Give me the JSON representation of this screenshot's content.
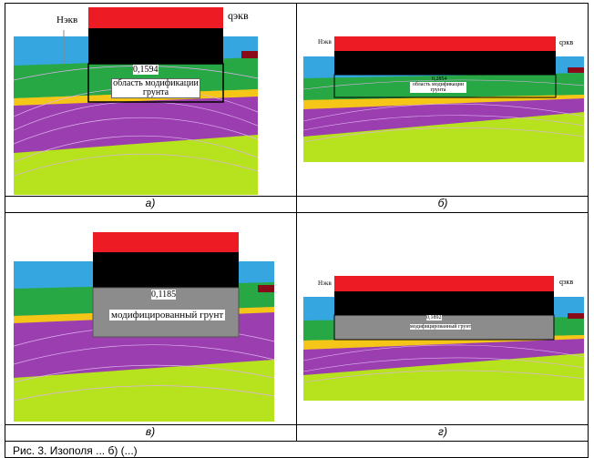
{
  "panels": [
    {
      "label": "а)",
      "value": "0,1594",
      "note": "область модификации грунта",
      "h_label": "Нэкв",
      "q_label": "qэкв"
    },
    {
      "label": "б)",
      "value": "0,2854",
      "note": "область модификации грунта",
      "h_label": "Нэкв",
      "q_label": "qэкв"
    },
    {
      "label": "в)",
      "value": "0,1185",
      "note": "модифицированный грунт"
    },
    {
      "label": "г)",
      "value": "0,1892",
      "note": "модифицированный грунт",
      "h_label": "Нэкв",
      "q_label": "qэкв"
    }
  ],
  "caption": "Рис. 3. Изополя ... б) (...)",
  "colors": {
    "load": "#ed1c24",
    "foundation": "#000000",
    "clay_blue": "#35a6e0",
    "green": "#27a844",
    "purple": "#9b3fb0",
    "lime": "#b6e21e",
    "yellow": "#f5c518",
    "gray": "#8c8c8c"
  }
}
